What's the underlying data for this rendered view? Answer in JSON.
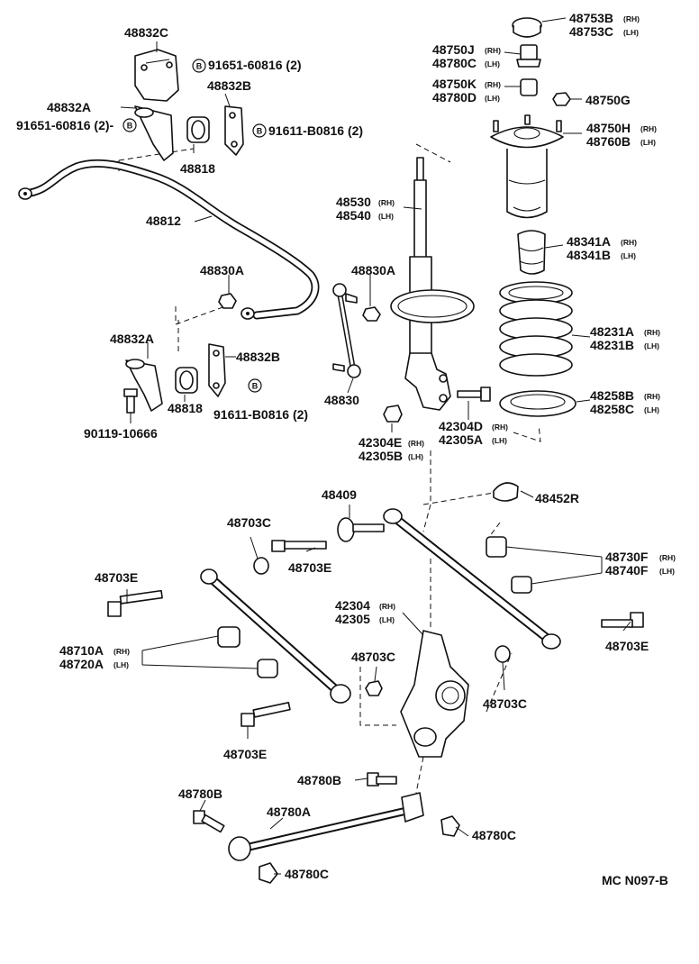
{
  "diagram_id": "MC N097-B",
  "bolt_marker": "B",
  "labels": {
    "p48832C": "48832C",
    "p91651_top": "91651-60816 (2)",
    "p48832B_top": "48832B",
    "p48832A_top": "48832A",
    "p91651_left": "91651-60816 (2)-",
    "p91611_top": "91611-B0816 (2)",
    "p48818_top": "48818",
    "p48812": "48812",
    "p48830A_left": "48830A",
    "p48830A_right": "48830A",
    "p48832A_mid": "48832A",
    "p48832B_mid": "48832B",
    "p48818_mid": "48818",
    "p91611_mid": "91611-B0816 (2)",
    "p90119": "90119-10666",
    "p48830": "48830",
    "p48530": "48530",
    "p48540": "48540",
    "p42304E": "42304E",
    "p42305B": "42305B",
    "p42304D": "42304D",
    "p42305A": "42305A",
    "p48753B": "48753B",
    "p48753C": "48753C",
    "p48750J": "48750J",
    "p48780C_a": "48780C",
    "p48750K": "48750K",
    "p48780D": "48780D",
    "p48750G": "48750G",
    "p48750H": "48750H",
    "p48760B": "48760B",
    "p48341A": "48341A",
    "p48341B": "48341B",
    "p48231A": "48231A",
    "p48231B": "48231B",
    "p48258B": "48258B",
    "p48258C": "48258C",
    "p48409": "48409",
    "p48452R": "48452R",
    "p48703C_a": "48703C",
    "p48703E_a": "48703E",
    "p48703E_b": "48703E",
    "p48730F": "48730F",
    "p48740F": "48740F",
    "p48703E_c": "48703E",
    "p48710A": "48710A",
    "p48720A": "48720A",
    "p42304": "42304",
    "p42305": "42305",
    "p48703C_b": "48703C",
    "p48703C_c": "48703C",
    "p48703E_d": "48703E",
    "p48780B_a": "48780B",
    "p48780B_b": "48780B",
    "p48780A": "48780A",
    "p48780C_b": "48780C",
    "p48780C_c": "48780C"
  },
  "side_marks": {
    "rh": "(RH)",
    "lh": "(LH)"
  }
}
